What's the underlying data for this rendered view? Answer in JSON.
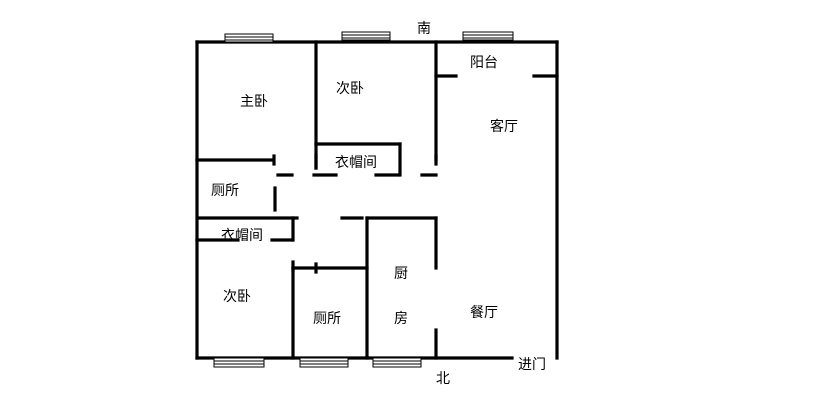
{
  "labels": {
    "south": "南",
    "north": "北",
    "entrance": "进门",
    "balcony": "阳台",
    "living_room": "客厅",
    "dining_room": "餐厅",
    "master_bedroom": "主卧",
    "second_bedroom_top": "次卧",
    "second_bedroom_bottom": "次卧",
    "closet_top": "衣帽间",
    "closet_left": "衣帽间",
    "toilet_left": "厕所",
    "toilet_bottom": "厕所",
    "kitchen_char1": "厨",
    "kitchen_char2": "房"
  }
}
